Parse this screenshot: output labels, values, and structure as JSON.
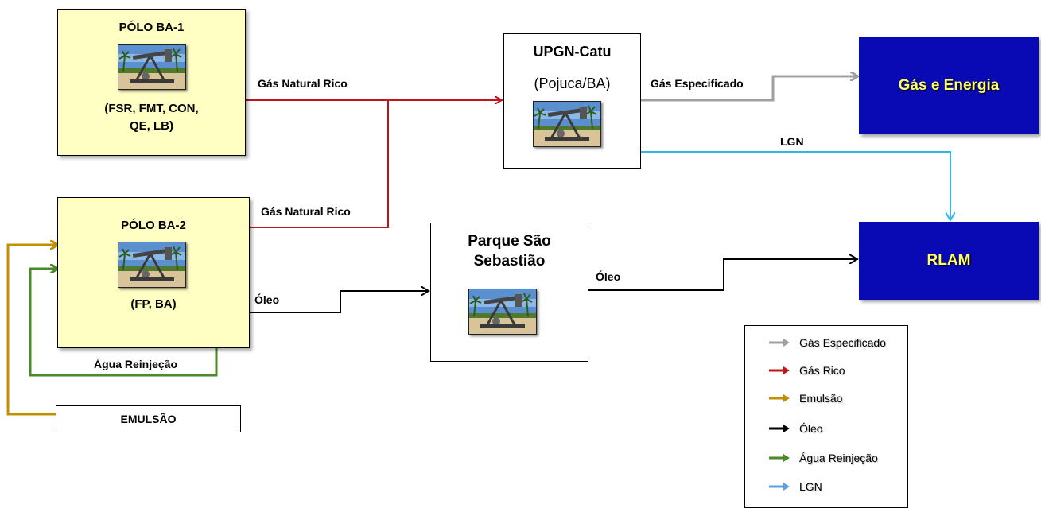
{
  "nodes": {
    "polo_ba1": {
      "title": "PÓLO BA-1",
      "subtitle": "(FSR, FMT, CON,",
      "subtitle2": "QE, LB)"
    },
    "polo_ba2": {
      "title": "PÓLO BA-2",
      "subtitle": "(FP, BA)"
    },
    "upgn": {
      "title": "UPGN-Catu",
      "subtitle": "(Pojuca/BA)"
    },
    "parque": {
      "title": "Parque São",
      "title2": "Sebastião"
    },
    "gas_energia": {
      "title": "Gás e Energia"
    },
    "rlam": {
      "title": "RLAM"
    },
    "emulsao": {
      "title": "EMULSÃO"
    }
  },
  "edges": {
    "ba1_gas": "Gás Natural  Rico",
    "ba2_gas": "Gás Natural Rico",
    "ba2_oleo": "Óleo",
    "parque_oleo": "Óleo",
    "upgn_gas": "Gás Especificado",
    "upgn_lgn": "LGN",
    "agua": "Água Reinjeção"
  },
  "colors": {
    "gas_especificado": "#a0a0a0",
    "gas_rico": "#c0141c",
    "emulsao": "#c09000",
    "oleo": "#000000",
    "agua_reinjecao": "#4a8a2a",
    "lgn": "#30b8e8",
    "node_fill": "#ffffc4",
    "target_fill": "#0a0ab4",
    "target_text": "#ffff66"
  },
  "legend": [
    {
      "label": "Gás Especificado",
      "color": "#a0a0a0"
    },
    {
      "label": "Gás Rico",
      "color": "#c0141c"
    },
    {
      "label": "Emulsão",
      "color": "#c09000"
    },
    {
      "label": "Óleo",
      "color": "#000000"
    },
    {
      "label": "Água Reinjeção",
      "color": "#4a8a2a"
    },
    {
      "label": "LGN",
      "color": "#5ba0e0"
    }
  ],
  "icons": {
    "photo": "oil-pump-jack-photo-icon"
  }
}
